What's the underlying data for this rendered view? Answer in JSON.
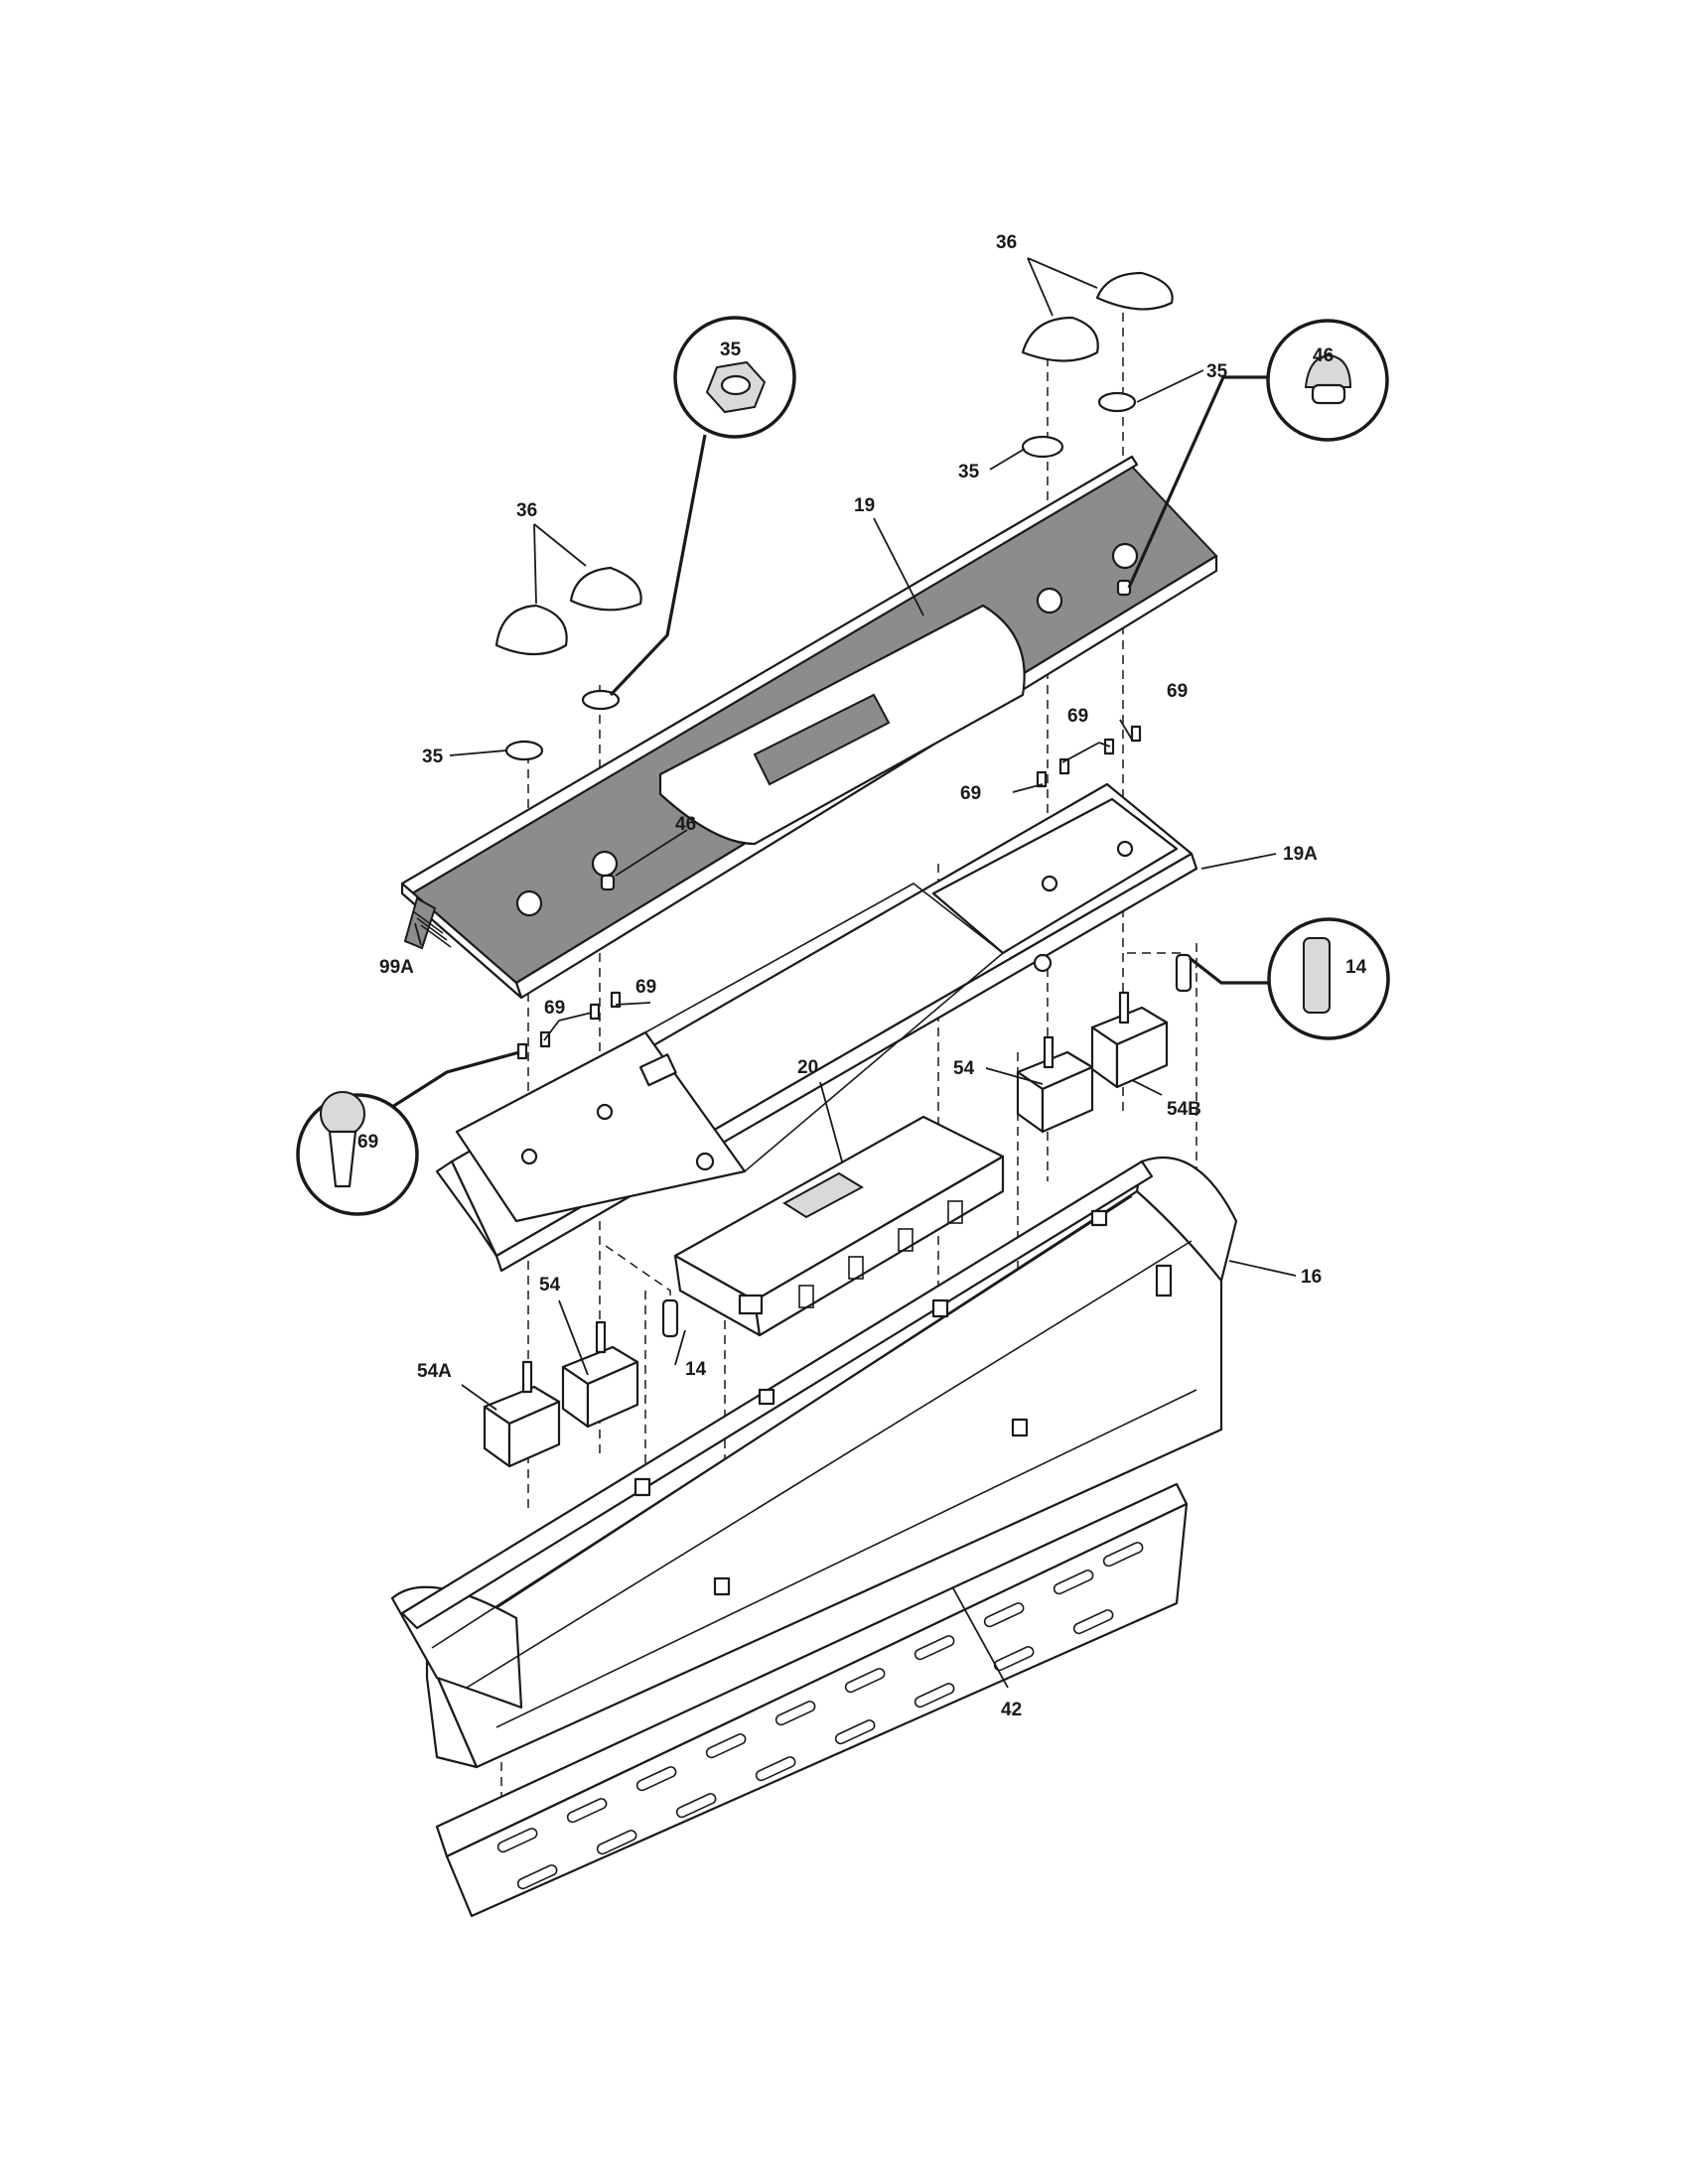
{
  "labels": {
    "knob_top": "36",
    "knob_left": "36",
    "knob_nut_right": "35",
    "knob_nut_mid": "35",
    "knob_nut_left": "35",
    "callout_nut": "35",
    "callout_indicator": "46",
    "console_panel": "19",
    "indicator_left": "46",
    "screw_a": "69",
    "screw_b": "69",
    "screw_c": "69",
    "screw_d": "69",
    "screw_e": "69",
    "callout_screw": "69",
    "bracket": "19A",
    "ribbon_cable": "99A",
    "clock_control": "20",
    "switch_right": "54",
    "switch_right_b": "54B",
    "callout_lamp": "14",
    "lamp_left": "14",
    "switch_left": "54",
    "switch_left_a": "54A",
    "backguard": "16",
    "vent_trim": "42"
  },
  "colors": {
    "ink": "#1a1a1a",
    "panel_shade": "#8c8c8c",
    "paper": "#ffffff"
  }
}
